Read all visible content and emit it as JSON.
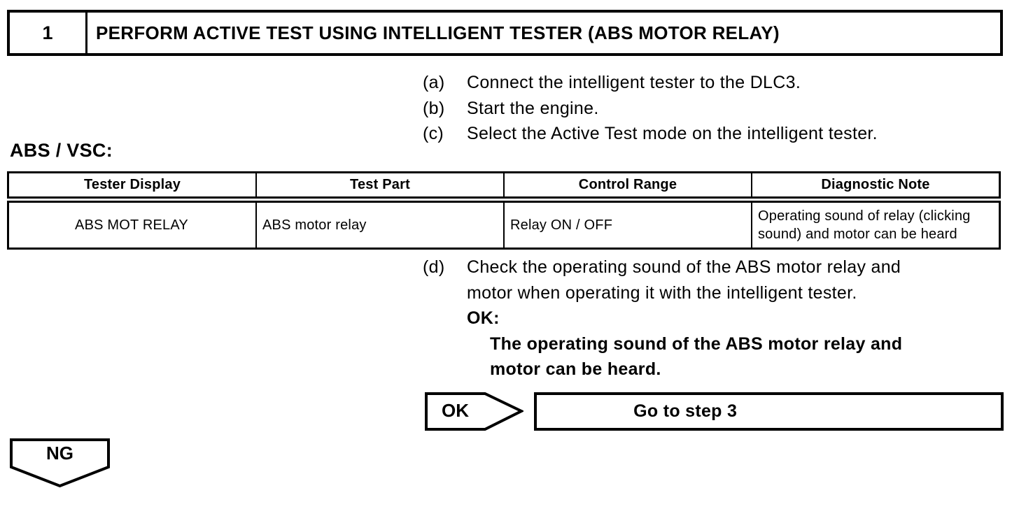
{
  "step_header": {
    "number": "1",
    "title": "PERFORM ACTIVE TEST USING INTELLIGENT TESTER (ABS MOTOR RELAY)"
  },
  "substeps_abc": [
    {
      "marker": "(a)",
      "text": "Connect the intelligent tester to the DLC3."
    },
    {
      "marker": "(b)",
      "text": "Start the engine."
    },
    {
      "marker": "(c)",
      "text": "Select the Active Test mode on the intelligent tester."
    }
  ],
  "section_label": "ABS / VSC:",
  "table": {
    "headers": [
      "Tester Display",
      "Test Part",
      "Control Range",
      "Diagnostic Note"
    ],
    "rows": [
      [
        "ABS MOT RELAY",
        "ABS motor relay",
        "Relay ON / OFF",
        "Operating sound of relay (clicking sound) and motor can be heard"
      ]
    ]
  },
  "substep_d": {
    "marker": "(d)",
    "lines": [
      "Check the operating sound of the ABS motor relay and",
      "motor when operating it with the intelligent tester."
    ],
    "ok_label": "OK:",
    "ok_lines": [
      "The operating sound of the ABS motor relay and",
      "motor can be heard."
    ]
  },
  "decision": {
    "ok_badge": "OK",
    "ok_action": "Go to step 3",
    "ng_badge": "NG"
  },
  "colors": {
    "ink": "#000000",
    "paper": "#ffffff"
  }
}
